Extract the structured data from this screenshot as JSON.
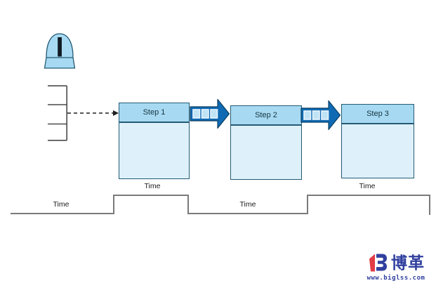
{
  "inventory": {
    "symbol": "I"
  },
  "process_steps": [
    {
      "label": "Step 1"
    },
    {
      "label": "Step 2"
    },
    {
      "label": "Step 3"
    }
  ],
  "timeline": {
    "labels": [
      "Time",
      "Time",
      "Time",
      "Time"
    ]
  },
  "watermark": {
    "brand": "博革",
    "url": "www.biglss.com"
  },
  "colors": {
    "box_header": "#a7daf2",
    "box_body": "#def0fa",
    "box_border": "#235a74",
    "arrow_fill": "#0f6ab3",
    "arrow_border": "#0a3f63",
    "arrow_square": "#c0e3f5",
    "line_gray": "#7a7a7a",
    "comb_gray": "#4a4a4a",
    "logo_red": "#e23c46",
    "logo_blue": "#31409f",
    "text_dark": "#15333f"
  }
}
